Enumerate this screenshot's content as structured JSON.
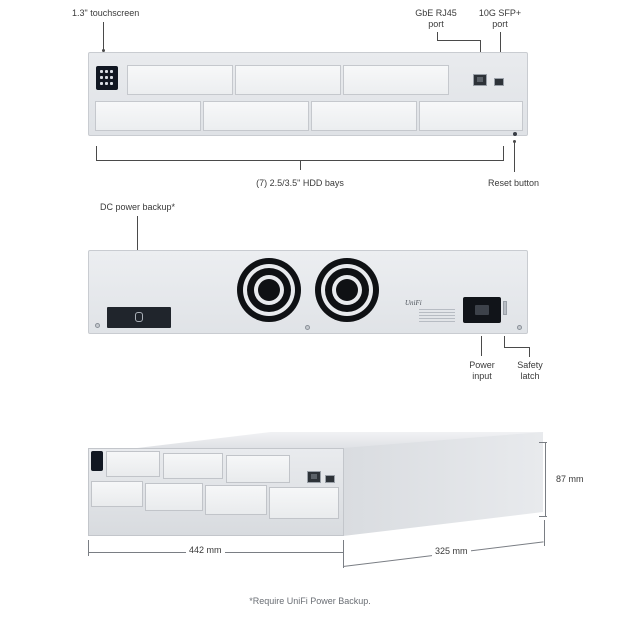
{
  "front_view": {
    "touchscreen_label": "1.3\" touchscreen",
    "rj45_label": "GbE RJ45\nport",
    "sfp_label": "10G SFP+\nport",
    "hdd_bays_label": "(7) 2.5/3.5\" HDD bays",
    "reset_label": "Reset button"
  },
  "rear_view": {
    "dc_backup_label": "DC power backup*",
    "power_input_label": "Power\ninput",
    "safety_latch_label": "Safety\nlatch",
    "brand_text": "UniFi"
  },
  "perspective_view": {
    "width_label": "442 mm",
    "depth_label": "325 mm",
    "height_label": "87 mm"
  },
  "footnote": "*Require UniFi Power Backup."
}
